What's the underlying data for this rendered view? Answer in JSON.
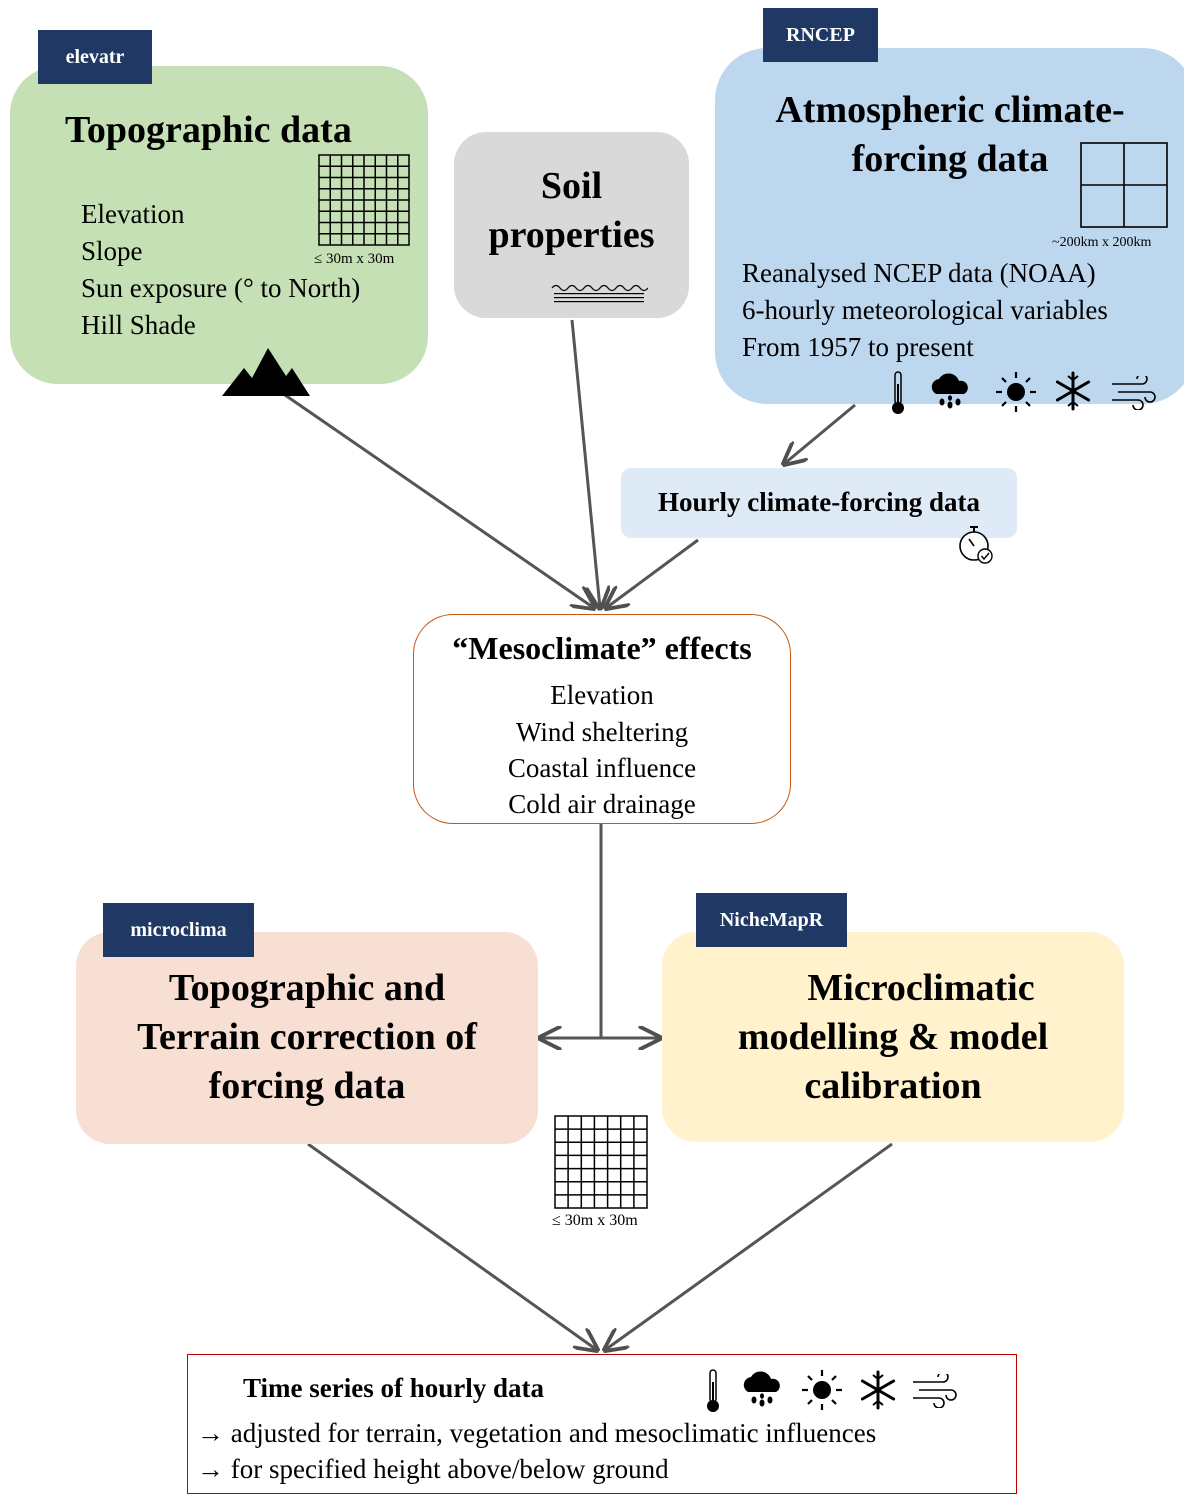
{
  "topographic": {
    "tag": "elevatr",
    "title": "Topographic data",
    "items": [
      "Elevation",
      "Slope",
      "Sun exposure (° to North)",
      "Hill Shade"
    ],
    "grid_label": "≤ 30m x 30m"
  },
  "soil": {
    "title_line1": "Soil",
    "title_line2": "properties"
  },
  "atmospheric": {
    "tag": "RNCEP",
    "title_line1": "Atmospheric climate-",
    "title_line2": "forcing data",
    "grid_label": "~200km x 200km",
    "items": [
      "Reanalysed NCEP data (NOAA)",
      "6-hourly meteorological variables",
      "From 1957 to present"
    ]
  },
  "hourly": {
    "title": "Hourly climate-forcing data"
  },
  "meso": {
    "title": "“Mesoclimate” effects",
    "items": [
      "Elevation",
      "Wind sheltering",
      "Coastal influence",
      "Cold air drainage"
    ]
  },
  "terrain": {
    "tag": "microclima",
    "lines": [
      "Topographic and",
      "Terrain correction of",
      "forcing data"
    ]
  },
  "niche": {
    "tag": "NicheMapR",
    "lines": [
      "Microclimatic",
      "modelling & model",
      "calibration"
    ]
  },
  "center_grid": {
    "label": "≤ 30m x 30m"
  },
  "output": {
    "title": "Time series of hourly data",
    "lines": [
      "→ adjusted for terrain, vegetation and mesoclimatic influences",
      "→ for specified height above/below ground"
    ]
  },
  "icons": [
    "thermometer-icon",
    "rain-cloud-icon",
    "sun-icon",
    "snowflake-icon",
    "wind-icon",
    "mountain-icon",
    "stopwatch-icon",
    "grid-icon",
    "soil-icon"
  ],
  "colors": {
    "green": "#c5e0b4",
    "grey": "#d9d9d9",
    "blue": "#bdd7ee",
    "lightblue": "#deebf7",
    "peach": "#f8dfd3",
    "yellow": "#fff2cc",
    "navy": "#1f3864",
    "meso_border": "#c55a11",
    "output_border": "#c00000"
  }
}
